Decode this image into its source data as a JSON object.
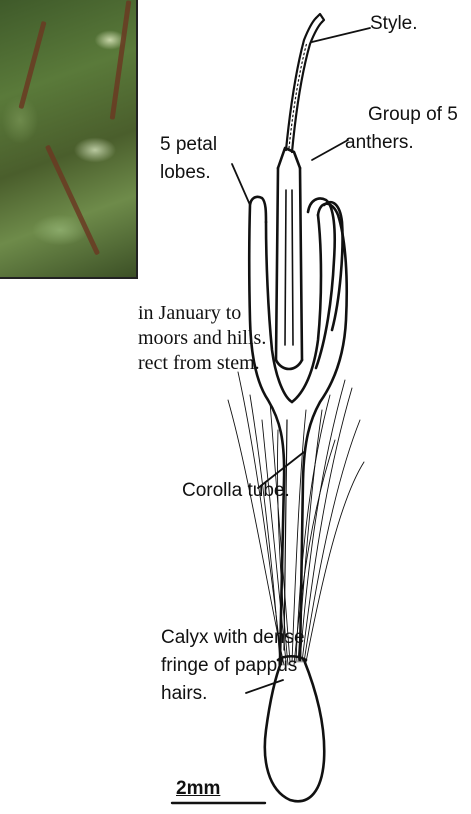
{
  "photo": {
    "alt": "photo-of-plant"
  },
  "body_text": {
    "line1": "in January to",
    "line2": "moors and hills.",
    "line3": "rect from stem."
  },
  "labels": {
    "style": "Style.",
    "anthers_1": "Group of 5",
    "anthers_2": "anthers.",
    "petal_1": "5 petal",
    "petal_2": "lobes.",
    "corolla": "Corolla tube.",
    "calyx_1": "Calyx with dense",
    "calyx_2": "fringe of pappus",
    "calyx_3": "hairs."
  },
  "scale_bar": {
    "label": "2mm"
  }
}
